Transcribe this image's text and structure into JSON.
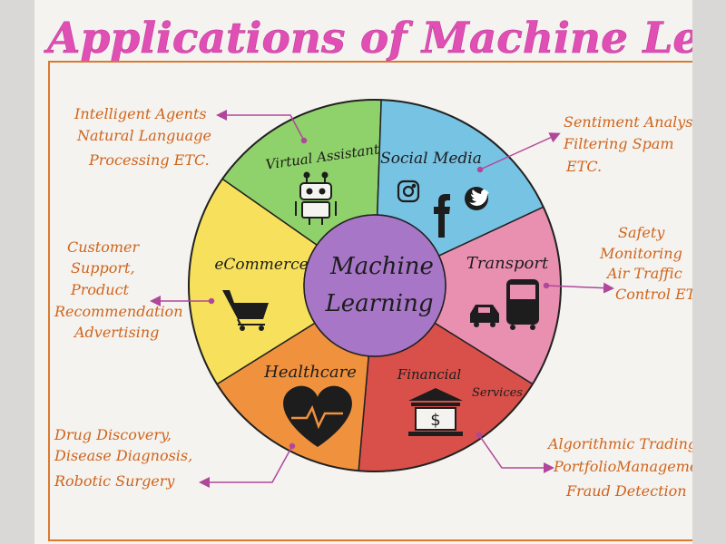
{
  "title": "Applications of Machine Learning",
  "center": {
    "line1": "Machine",
    "line2": "Learning"
  },
  "segments": [
    {
      "id": "virtual-assistant",
      "label": "Virtual Assistant",
      "color": "#8fd16a",
      "icon": "robot-icon"
    },
    {
      "id": "social-media",
      "label": "Social Media",
      "color": "#77c3e3",
      "icon": "social-media-icons"
    },
    {
      "id": "transport",
      "label": "Transport",
      "color": "#e98fb0",
      "icon": "vehicles-icon"
    },
    {
      "id": "financial-services",
      "label1": "Financial",
      "label2": "Services",
      "color": "#d9504a",
      "icon": "bank-dollar-icon"
    },
    {
      "id": "healthcare",
      "label": "Healthcare",
      "color": "#f0913e",
      "icon": "heart-pulse-icon"
    },
    {
      "id": "ecommerce",
      "label": "eCommerce",
      "color": "#f7e15c",
      "icon": "shopping-cart-icon"
    }
  ],
  "center_color": "#a776c7",
  "notes": {
    "virtual_assistant": [
      "Intelligent Agents",
      "Natural Language",
      "Processing ETC."
    ],
    "social_media": [
      "Sentiment Analysis",
      "Filtering Spam",
      "ETC."
    ],
    "transport": [
      "Safety",
      "Monitoring",
      "Air Traffic",
      "Control ETC"
    ],
    "ecommerce": [
      "Customer",
      "Support,",
      "Product",
      "Recommendation",
      "Advertising"
    ],
    "healthcare": [
      "Drug Discovery,",
      "Disease Diagnosis,",
      "Robotic Surgery"
    ],
    "financial": [
      "Algorithmic Trading",
      "PortfolioManagement",
      "Fraud Detection"
    ]
  },
  "colors": {
    "title": "#e04fb4",
    "notes": "#d0641c",
    "arrow": "#b0479a",
    "frame": "#d97a2e"
  }
}
